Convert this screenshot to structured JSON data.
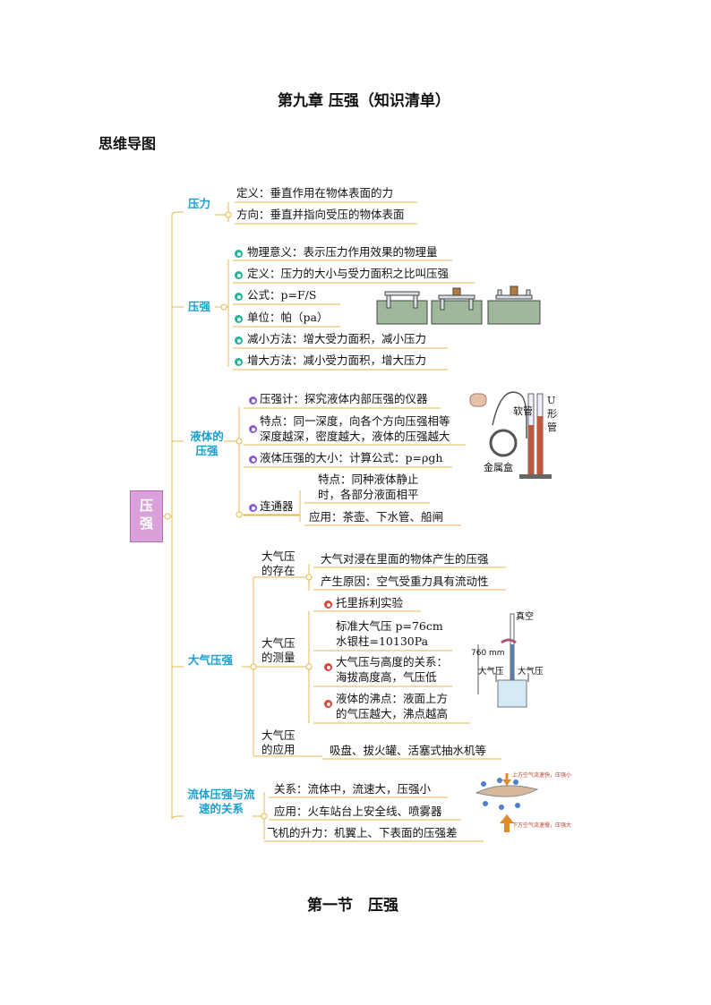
{
  "page_title": "第九章 压强（知识清单）",
  "mindmap_heading": "思维导图",
  "root": "压强",
  "pressure": {
    "label": "压力",
    "items": [
      "定义：垂直作用在物体表面的力",
      "方向：垂直并指向受压的物体表面"
    ]
  },
  "solid": {
    "label": "压强",
    "items": [
      "物理意义：表示压力作用效果的物理量",
      "定义：压力的大小与受力面积之比叫压强",
      "公式：p=F/S",
      "单位：帕（pa）",
      "减小方法：增大受力面积，减小压力",
      "增大方法：减小受力面积，增大压力"
    ]
  },
  "liquid": {
    "label": "液体的压强",
    "gauge": "压强计：探究液体内部压强的仪器",
    "feature1": "特点：同一深度，向各个方向压强相等",
    "feature2": "深度越深，密度越大，液体的压强越大",
    "formula": "液体压强的大小：计算公式：p=ρgh",
    "vessel_label": "连通器",
    "vessel_feature1": "特点：同种液体静止",
    "vessel_feature2": "时，各部分液面相平",
    "vessel_use": "应用：茶壶、下水管、船闸",
    "fig_hose": "软管",
    "fig_utube": "U形管",
    "fig_box": "金属盒"
  },
  "atm": {
    "label": "大气压强",
    "exist_label": "大气压的存在",
    "exist1": "大气对浸在里面的物体产生的压强",
    "exist2": "产生原因：空气受重力具有流动性",
    "measure_label": "大气压的测量",
    "torricelli": "托里拆利实验",
    "standard1": "标准大气压 p=76cm",
    "standard2": "水银柱=10130Pa",
    "height1": "大气压与高度的关系：",
    "height2": "海拔高度高，气压低",
    "boil1": "液体的沸点：液面上方",
    "boil2": "的气压越大，沸点越高",
    "apply_label": "大气压的应用",
    "apply": "吸盘、拔火罐、活塞式抽水机等",
    "fig_vacuum": "真空",
    "fig_mm": "760 mm",
    "fig_atm": "大气压"
  },
  "flow": {
    "label": "流体压强与流速的关系",
    "rel": "关系：流体中，流速大，压强小",
    "apply": "应用：火车站台上安全线、喷雾器",
    "lift": "飞机的升力：机翼上、下表面的压强差",
    "fig_top": "上方空气流速快，压强小",
    "fig_bottom": "下方空气流速慢，压强大"
  },
  "section_title": "第一节　压强"
}
